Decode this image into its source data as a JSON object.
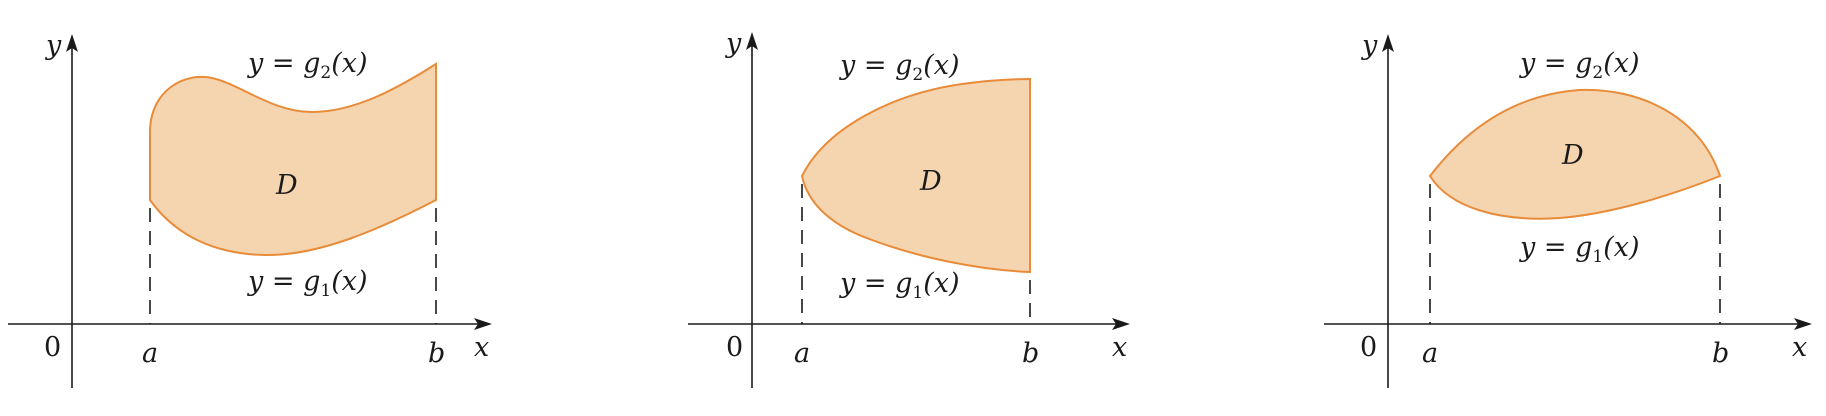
{
  "panels": [
    {
      "y_axis_label": "y",
      "x_axis_label": "x",
      "origin_label": "0",
      "a_label": "a",
      "b_label": "b",
      "region_label": "D",
      "upper_curve": {
        "lhs": "y",
        "eq": " = ",
        "fn": "g",
        "sub": "2",
        "arg": "(x)"
      },
      "lower_curve": {
        "lhs": "y",
        "eq": " = ",
        "fn": "g",
        "sub": "1",
        "arg": "(x)"
      }
    },
    {
      "y_axis_label": "y",
      "x_axis_label": "x",
      "origin_label": "0",
      "a_label": "a",
      "b_label": "b",
      "region_label": "D",
      "upper_curve": {
        "lhs": "y",
        "eq": " = ",
        "fn": "g",
        "sub": "2",
        "arg": "(x)"
      },
      "lower_curve": {
        "lhs": "y",
        "eq": " = ",
        "fn": "g",
        "sub": "1",
        "arg": "(x)"
      }
    },
    {
      "y_axis_label": "y",
      "x_axis_label": "x",
      "origin_label": "0",
      "a_label": "a",
      "b_label": "b",
      "region_label": "D",
      "upper_curve": {
        "lhs": "y",
        "eq": " = ",
        "fn": "g",
        "sub": "2",
        "arg": "(x)"
      },
      "lower_curve": {
        "lhs": "y",
        "eq": " = ",
        "fn": "g",
        "sub": "1",
        "arg": "(x)"
      }
    }
  ],
  "colors": {
    "region_fill": "#f5d5b0",
    "region_stroke": "#e88c3a",
    "axis": "#1a1a1a"
  }
}
